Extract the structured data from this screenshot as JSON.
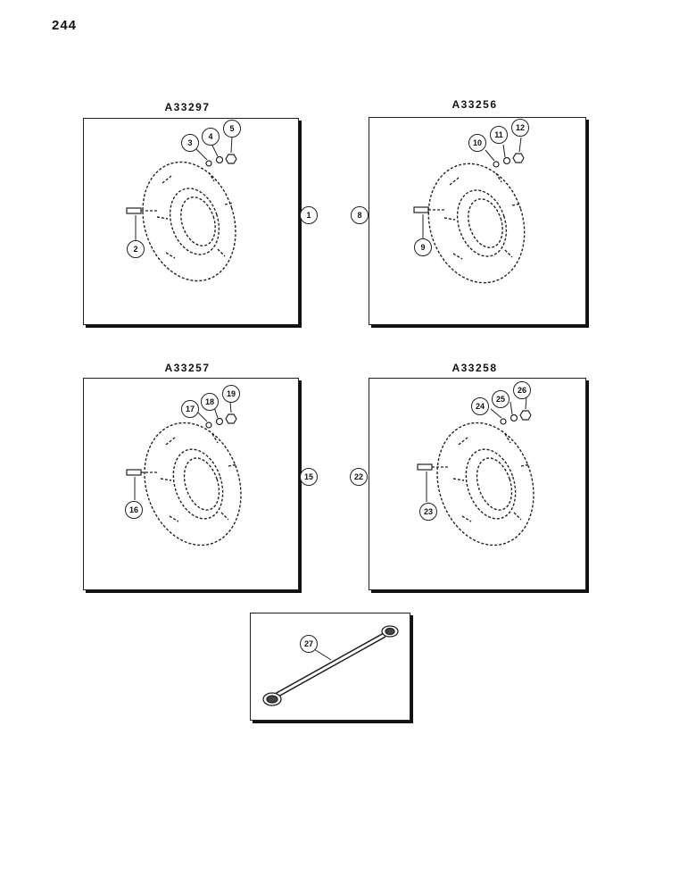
{
  "page_number": "244",
  "panels": [
    {
      "title": "A33297",
      "assembly": "1",
      "bolt": "2",
      "parts": [
        "3",
        "4",
        "5"
      ]
    },
    {
      "title": "A33256",
      "assembly": "8",
      "bolt": "9",
      "parts": [
        "10",
        "11",
        "12"
      ]
    },
    {
      "title": "A33257",
      "assembly": "15",
      "bolt": "16",
      "parts": [
        "17",
        "18",
        "19"
      ]
    },
    {
      "title": "A33258",
      "assembly": "22",
      "bolt": "23",
      "parts": [
        "24",
        "25",
        "26"
      ]
    }
  ],
  "wrench": {
    "label": "27"
  }
}
